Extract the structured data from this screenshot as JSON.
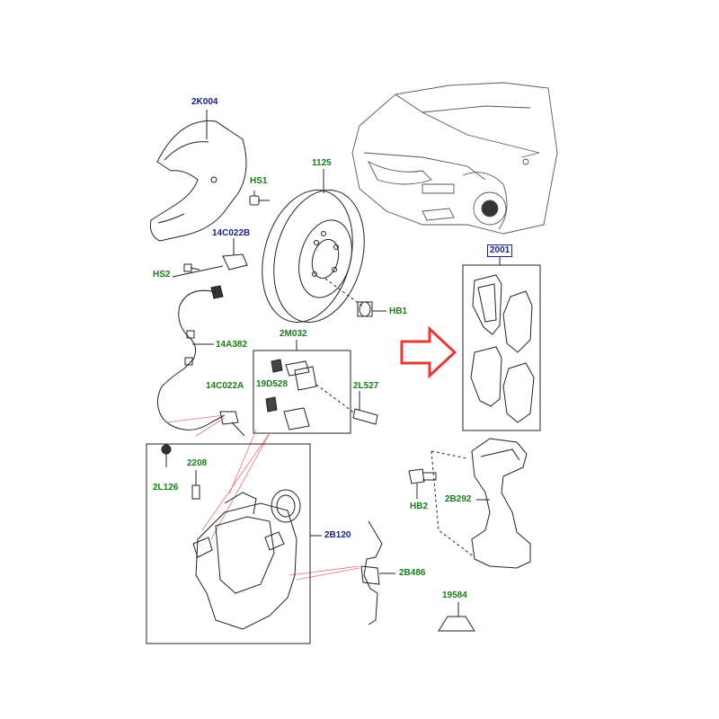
{
  "labels": {
    "shield": "2K004",
    "screw_hs1": "HS1",
    "disc": "1125",
    "bracket_sensor": "14C022B",
    "bolt_hs2": "HS2",
    "bolt_hb1": "HB1",
    "sensor_wire": "14A382",
    "guide_kit": "2M032",
    "bushing": "19D528",
    "guide_pin": "2L527",
    "clip_bracket": "14C022A",
    "pad_kit": "2001",
    "bleed_screw": "2208",
    "bleed_cap": "2L126",
    "caliper": "2B120",
    "carrier": "2B292",
    "bolt_hb2": "HB2",
    "spring": "2B486",
    "grease": "19584"
  },
  "colors": {
    "part_label": "#1a7a1a",
    "assembly_label": "#1a237e",
    "arrow": "#e53935",
    "leader": "#e57373",
    "linework": "#222222"
  },
  "icons": [
    "right-arrow-icon"
  ]
}
